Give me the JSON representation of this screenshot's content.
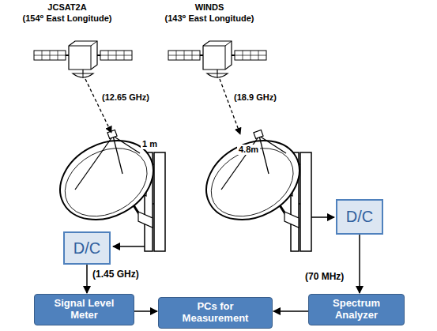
{
  "diagram": {
    "nodes": [
      {
        "text": [
          "D/C"
        ]
      },
      {
        "text": [
          "D/C"
        ]
      },
      {
        "text": [
          "Signal Level Meter"
        ]
      },
      {
        "text": [
          "PCs for Measurement"
        ]
      },
      {
        "text": [
          "Spectrum Analyzer"
        ]
      }
    ],
    "edges": [
      {
        "from": 0,
        "to": 2,
        "label": "(1.45 GHz)",
        "arrow": "to"
      },
      {
        "from": 1,
        "to": 4,
        "label": "(70 MHz)",
        "arrow": "to"
      },
      {
        "from": 2,
        "to": 3,
        "arrow": "to"
      },
      {
        "from": 4,
        "to": 3,
        "arrow": "to"
      }
    ],
    "labels": [
      "JCSAT2A",
      "(154⁰ East Longitude)",
      "WINDS",
      "(143⁰ East Longitude)",
      "(12.65 GHz)",
      "1 m",
      "(18.9 GHz)",
      "4.8m"
    ]
  }
}
